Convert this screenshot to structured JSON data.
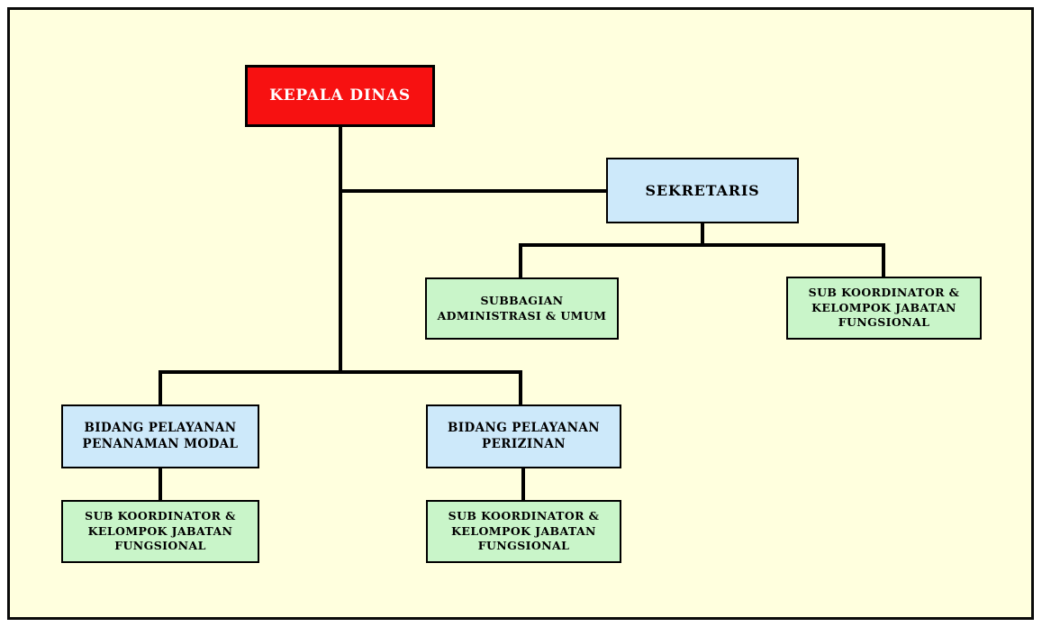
{
  "diagram": {
    "type": "organizational-chart",
    "background_color": "#FFFFDE",
    "frame_border_color": "#000000",
    "connector_color": "#000000",
    "node_colors": {
      "root": "#F71111",
      "secondary": "#CDE9FA",
      "leaf": "#C9F5C9"
    },
    "nodes": {
      "kepala_dinas": {
        "label": "KEPALA DINAS",
        "lines": [
          "KEPALA DINAS"
        ],
        "fill": "#F71111",
        "text_color": "#FFFFFF",
        "level": 1
      },
      "sekretaris": {
        "label": "SEKRETARIS",
        "lines": [
          "SEKRETARIS"
        ],
        "fill": "#CDE9FA",
        "text_color": "#000000",
        "level": 2
      },
      "subbagian_administrasi_umum": {
        "label": "SUBBAGIAN ADMINISTRASI & UMUM",
        "lines": [
          "SUBBAGIAN",
          "ADMINISTRASI & UMUM"
        ],
        "fill": "#C9F5C9",
        "text_color": "#000000",
        "level": 3
      },
      "sub_koordinator_sekretariat": {
        "label": "SUB KOORDINATOR & KELOMPOK JABATAN FUNGSIONAL",
        "lines": [
          "SUB KOORDINATOR &",
          "KELOMPOK JABATAN",
          "FUNGSIONAL"
        ],
        "fill": "#C9F5C9",
        "text_color": "#000000",
        "level": 3
      },
      "bidang_pelayanan_penanaman_modal": {
        "label": "BIDANG PELAYANAN PENANAMAN MODAL",
        "lines": [
          "BIDANG PELAYANAN",
          "PENANAMAN MODAL"
        ],
        "fill": "#CDE9FA",
        "text_color": "#000000",
        "level": 3
      },
      "bidang_pelayanan_perizinan": {
        "label": "BIDANG PELAYANAN PERIZINAN",
        "lines": [
          "BIDANG PELAYANAN",
          "PERIZINAN"
        ],
        "fill": "#CDE9FA",
        "text_color": "#000000",
        "level": 3
      },
      "sub_koordinator_penanaman_modal": {
        "label": "SUB KOORDINATOR & KELOMPOK JABATAN FUNGSIONAL",
        "lines": [
          "SUB KOORDINATOR &",
          "KELOMPOK JABATAN",
          "FUNGSIONAL"
        ],
        "fill": "#C9F5C9",
        "text_color": "#000000",
        "level": 4
      },
      "sub_koordinator_perizinan": {
        "label": "SUB KOORDINATOR & KELOMPOK JABATAN FUNGSIONAL",
        "lines": [
          "SUB KOORDINATOR &",
          "KELOMPOK JABATAN",
          "FUNGSIONAL"
        ],
        "fill": "#C9F5C9",
        "text_color": "#000000",
        "level": 4
      }
    },
    "edges": [
      {
        "from": "kepala_dinas",
        "to": "sekretaris"
      },
      {
        "from": "kepala_dinas",
        "to": "bidang_pelayanan_penanaman_modal"
      },
      {
        "from": "kepala_dinas",
        "to": "bidang_pelayanan_perizinan"
      },
      {
        "from": "sekretaris",
        "to": "subbagian_administrasi_umum"
      },
      {
        "from": "sekretaris",
        "to": "sub_koordinator_sekretariat"
      },
      {
        "from": "bidang_pelayanan_penanaman_modal",
        "to": "sub_koordinator_penanaman_modal"
      },
      {
        "from": "bidang_pelayanan_perizinan",
        "to": "sub_koordinator_perizinan"
      }
    ]
  }
}
